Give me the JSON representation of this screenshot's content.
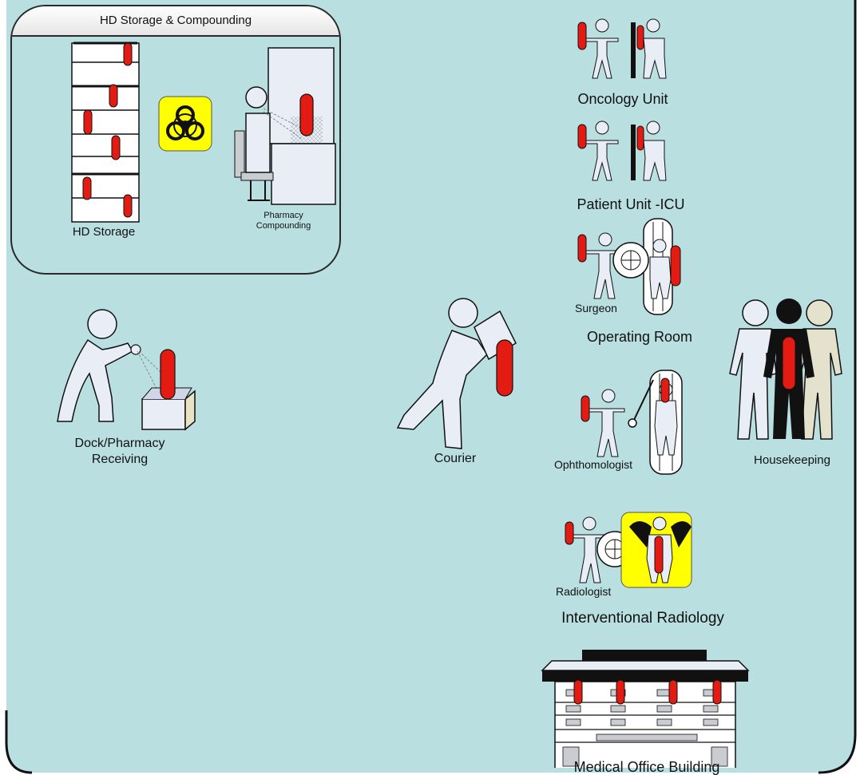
{
  "colors": {
    "background": "#b9dfe1",
    "person_fill": "#e8edf6",
    "outline": "#111111",
    "hazard_red": "#e41b13",
    "warning_yellow": "#ffff00"
  },
  "group": {
    "title": "HD Storage & Compounding",
    "hd_storage": "HD Storage",
    "pharmacy_compounding": "Pharmacy\nCompounding"
  },
  "labels": {
    "dock_receiving": "Dock/Pharmacy\nReceiving",
    "courier": "Courier",
    "oncology_unit": "Oncology Unit",
    "patient_unit_icu": "Patient Unit -ICU",
    "surgeon": "Surgeon",
    "operating_room": "Operating Room",
    "ophthomologist": "Ophthomologist",
    "housekeeping": "Housekeeping",
    "radiologist": "Radiologist",
    "interventional_radiology": "Interventional Radiology",
    "medical_office_building": "Medical Office Building"
  },
  "icons": [
    "biohazard-icon",
    "radiation-icon",
    "hazardous-drug-vial-icon",
    "person-icon",
    "building-icon"
  ]
}
